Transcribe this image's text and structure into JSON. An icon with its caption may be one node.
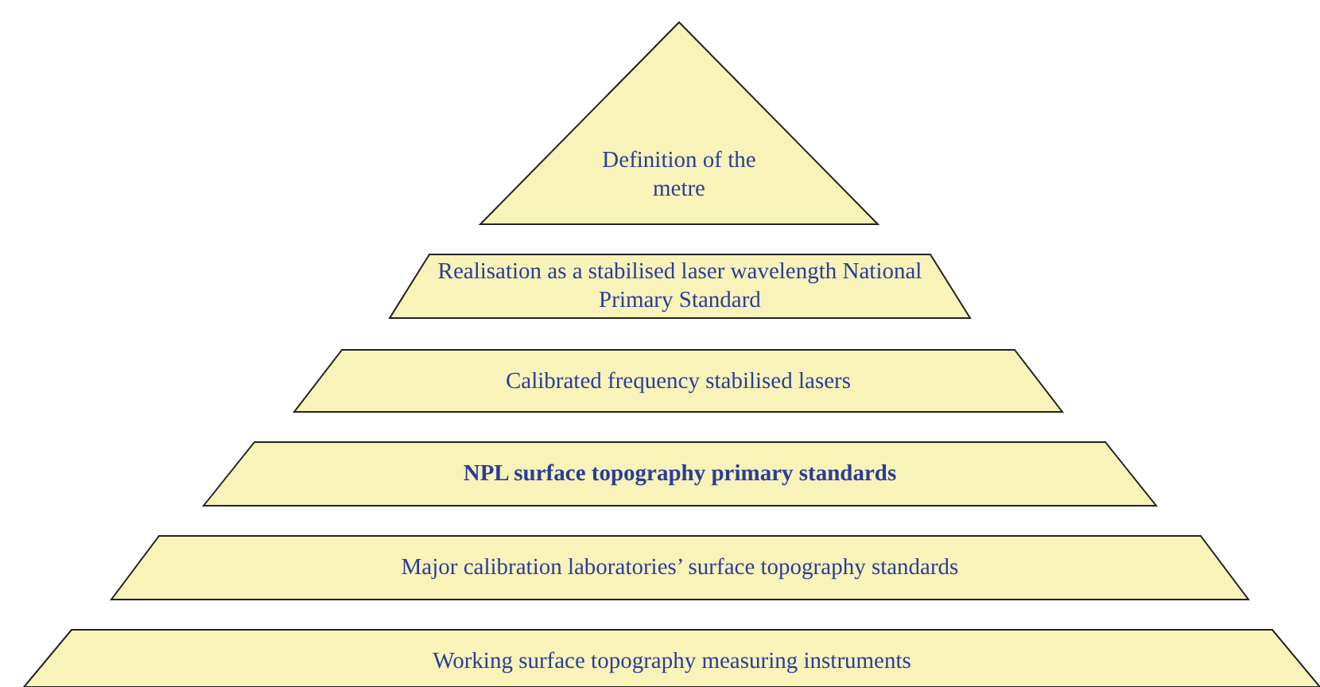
{
  "diagram": {
    "nodes": [
      {
        "text": [
          "Definition of the metre"
        ]
      },
      {
        "text": [
          "Realisation as a stabilised laser wavelength National Primary Standard"
        ]
      },
      {
        "text": [
          "Calibrated frequency stabilised lasers"
        ]
      },
      {
        "text": [
          "NPL surface topography primary standards"
        ]
      },
      {
        "text": [
          "Major calibration laboratories’ surface topography standards"
        ]
      },
      {
        "text": [
          "Working surface topography measuring instruments"
        ]
      }
    ]
  }
}
